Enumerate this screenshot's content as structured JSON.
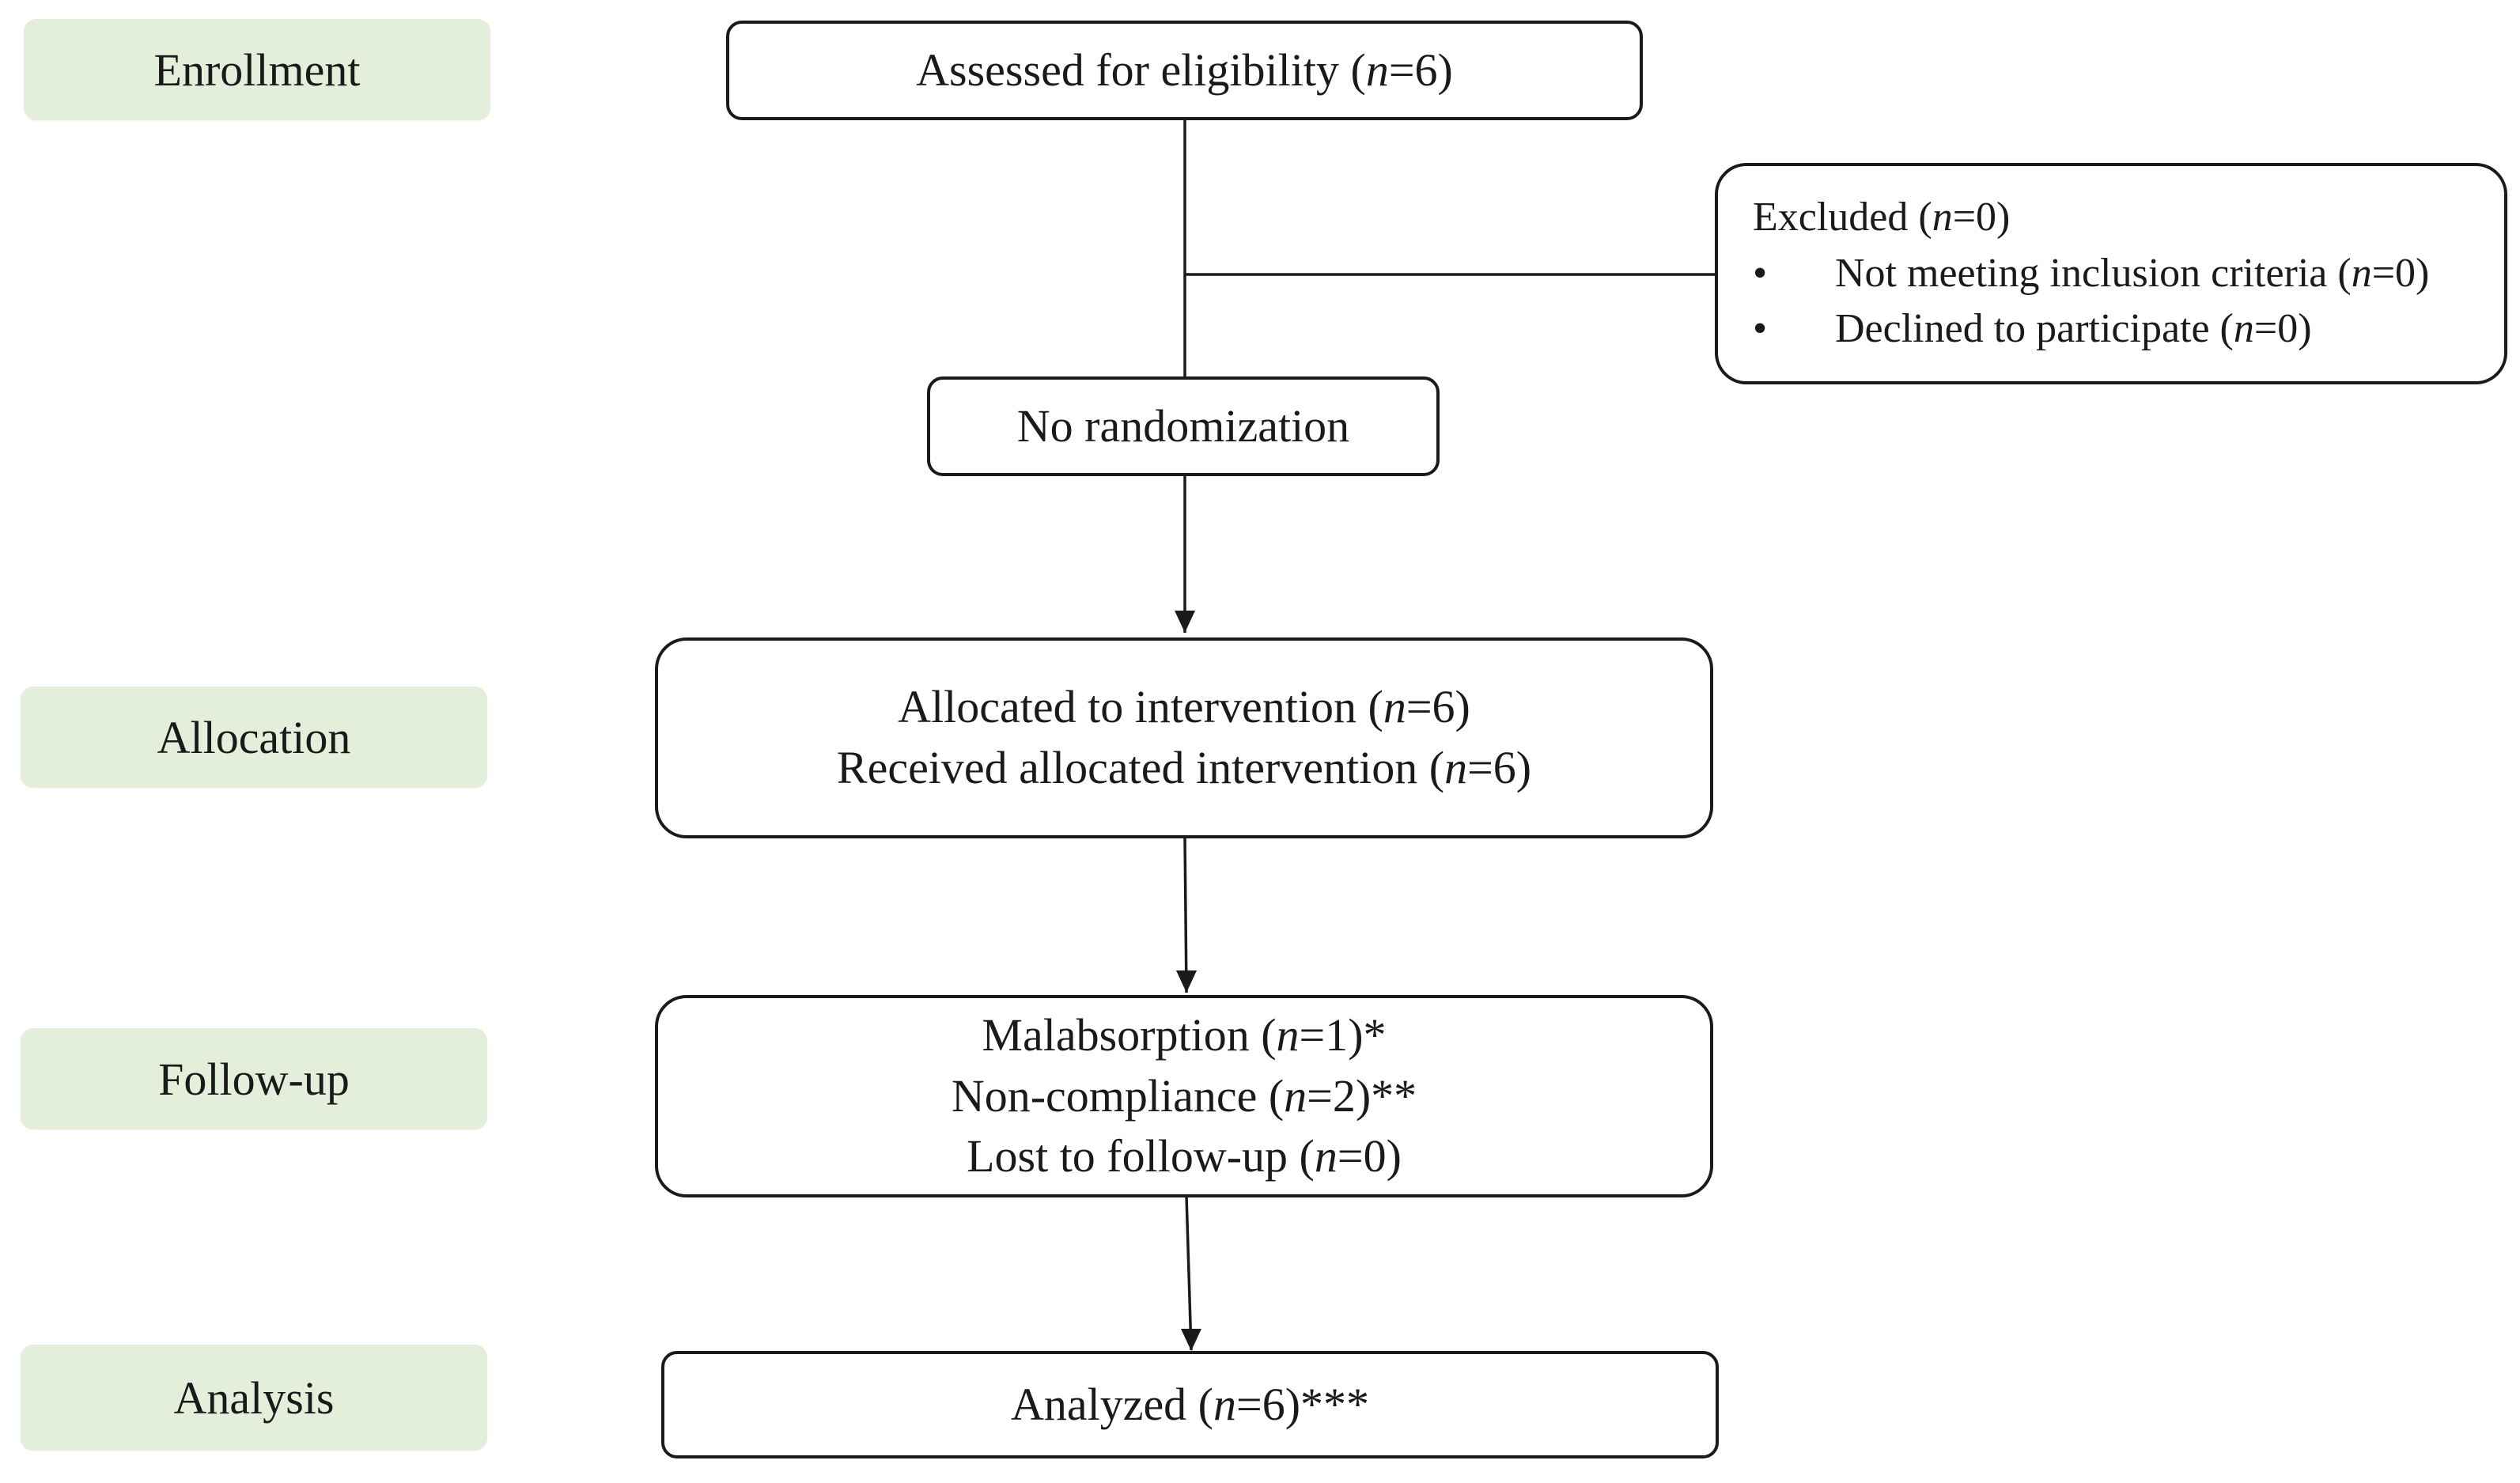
{
  "stages": {
    "enrollment": "Enrollment",
    "allocation": "Allocation",
    "follow_up": "Follow-up",
    "analysis": "Analysis"
  },
  "colors": {
    "stage_fill": "#e3eedb",
    "line": "#1a1a1a"
  },
  "n_symbol": "n",
  "assessed": {
    "pre": "Assessed for eligibility (",
    "post": "=6)"
  },
  "excluded": {
    "title": {
      "pre": "Excluded (",
      "post": "=0)"
    },
    "items": [
      {
        "bullet": "•",
        "pre": "Not meeting inclusion criteria (",
        "post": "=0)"
      },
      {
        "bullet": "•",
        "pre": "Declined to participate (",
        "post": "=0)"
      }
    ]
  },
  "no_randomization": "No randomization",
  "allocation": {
    "line1": {
      "pre": "Allocated to intervention (",
      "post": "=6)"
    },
    "line2": {
      "pre": "Received allocated intervention (",
      "post": "=6)"
    }
  },
  "follow_up": {
    "line1": {
      "pre": "Malabsorption (",
      "post": "=1)*"
    },
    "line2": {
      "pre": "Non-compliance (",
      "post": "=2)**"
    },
    "line3": {
      "pre": "Lost to follow-up (",
      "post": "=0)"
    }
  },
  "analysis": {
    "pre": "Analyzed (",
    "post": "=6)***"
  }
}
